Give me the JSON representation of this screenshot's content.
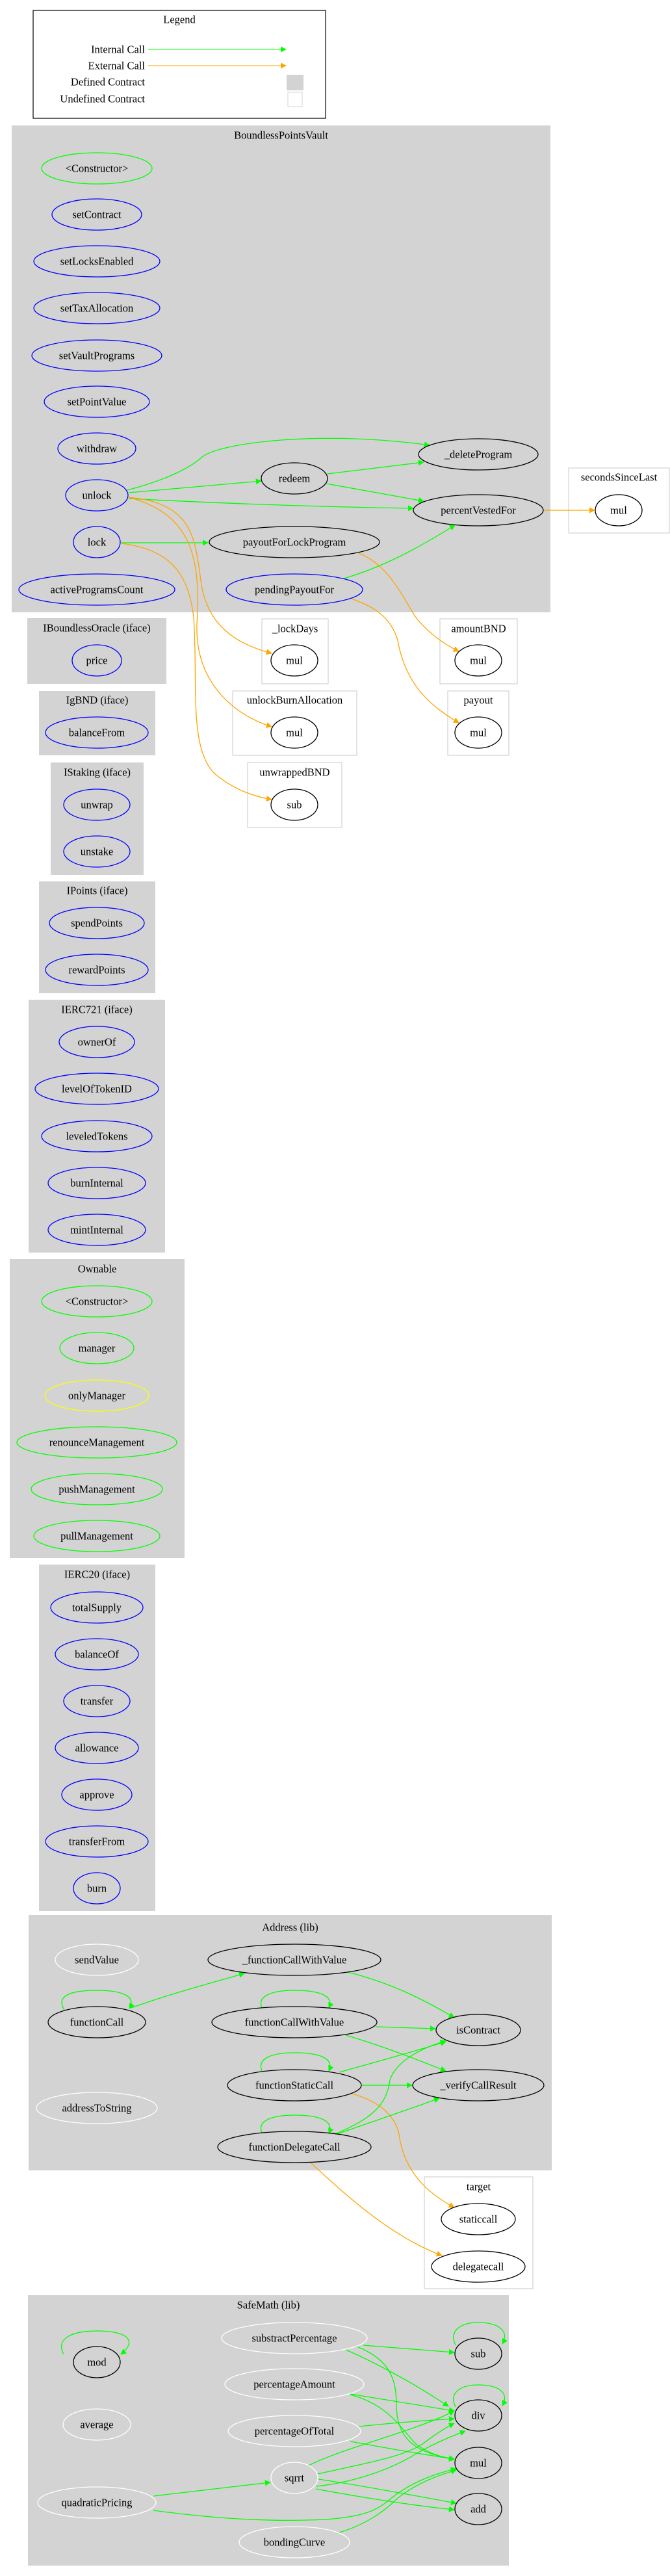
{
  "colors": {
    "internal": "#00ff00",
    "external": "#ffa500",
    "defined": "#d3d3d3",
    "undefined_border": "#d3d3d3",
    "public": "#0000ff",
    "modifier": "#ffff00",
    "internal_node": "#00ff00",
    "plain": "#000000",
    "library_fn": "#ffffff"
  },
  "legend": {
    "title": "Legend",
    "items": [
      {
        "label": "Internal Call"
      },
      {
        "label": "External Call"
      },
      {
        "label": "Defined Contract"
      },
      {
        "label": "Undefined Contract"
      }
    ]
  },
  "clusters": {
    "vault": {
      "title": "BoundlessPointsVault",
      "nodes": {
        "ctor": {
          "label": "<Constructor>",
          "color": "#00ff00"
        },
        "setContract": {
          "label": "setContract",
          "color": "#0000ff"
        },
        "setLocksEnabled": {
          "label": "setLocksEnabled",
          "color": "#0000ff"
        },
        "setTaxAllocation": {
          "label": "setTaxAllocation",
          "color": "#0000ff"
        },
        "setVaultPrograms": {
          "label": "setVaultPrograms",
          "color": "#0000ff"
        },
        "setPointValue": {
          "label": "setPointValue",
          "color": "#0000ff"
        },
        "withdraw": {
          "label": "withdraw",
          "color": "#0000ff"
        },
        "unlock": {
          "label": "unlock",
          "color": "#0000ff"
        },
        "lock": {
          "label": "lock",
          "color": "#0000ff"
        },
        "activeProgramsCount": {
          "label": "activeProgramsCount",
          "color": "#0000ff"
        },
        "redeem": {
          "label": "redeem",
          "color": "#000000"
        },
        "deleteProgram": {
          "label": "_deleteProgram",
          "color": "#000000"
        },
        "percentVestedFor": {
          "label": "percentVestedFor",
          "color": "#000000"
        },
        "payoutForLockProgram": {
          "label": "payoutForLockProgram",
          "color": "#000000"
        },
        "pendingPayoutFor": {
          "label": "pendingPayoutFor",
          "color": "#0000ff"
        }
      }
    },
    "secondsSinceLast": {
      "title": "secondsSinceLast",
      "nodes": {
        "mul": {
          "label": "mul",
          "color": "#000000"
        }
      }
    },
    "oracle": {
      "title": "IBoundlessOracle  (iface)",
      "nodes": {
        "price": {
          "label": "price",
          "color": "#0000ff"
        }
      }
    },
    "igbnd": {
      "title": "IgBND  (iface)",
      "nodes": {
        "balanceFrom": {
          "label": "balanceFrom",
          "color": "#0000ff"
        }
      }
    },
    "istaking": {
      "title": "IStaking  (iface)",
      "nodes": {
        "unwrap": {
          "label": "unwrap",
          "color": "#0000ff"
        },
        "unstake": {
          "label": "unstake",
          "color": "#0000ff"
        }
      }
    },
    "ipoints": {
      "title": "IPoints  (iface)",
      "nodes": {
        "spendPoints": {
          "label": "spendPoints",
          "color": "#0000ff"
        },
        "rewardPoints": {
          "label": "rewardPoints",
          "color": "#0000ff"
        }
      }
    },
    "ierc721": {
      "title": "IERC721  (iface)",
      "nodes": {
        "ownerOf": {
          "label": "ownerOf",
          "color": "#0000ff"
        },
        "levelOfTokenID": {
          "label": "levelOfTokenID",
          "color": "#0000ff"
        },
        "leveledTokens": {
          "label": "leveledTokens",
          "color": "#0000ff"
        },
        "burnInternal": {
          "label": "burnInternal",
          "color": "#0000ff"
        },
        "mintInternal": {
          "label": "mintInternal",
          "color": "#0000ff"
        }
      }
    },
    "ownable": {
      "title": "Ownable",
      "nodes": {
        "ctor": {
          "label": "<Constructor>",
          "color": "#00ff00"
        },
        "manager": {
          "label": "manager",
          "color": "#00ff00"
        },
        "onlyManager": {
          "label": "onlyManager",
          "color": "#ffff00"
        },
        "renounceManagement": {
          "label": "renounceManagement",
          "color": "#00ff00"
        },
        "pushManagement": {
          "label": "pushManagement",
          "color": "#00ff00"
        },
        "pullManagement": {
          "label": "pullManagement",
          "color": "#00ff00"
        }
      }
    },
    "ierc20": {
      "title": "IERC20  (iface)",
      "nodes": {
        "totalSupply": {
          "label": "totalSupply",
          "color": "#0000ff"
        },
        "balanceOf": {
          "label": "balanceOf",
          "color": "#0000ff"
        },
        "transfer": {
          "label": "transfer",
          "color": "#0000ff"
        },
        "allowance": {
          "label": "allowance",
          "color": "#0000ff"
        },
        "approve": {
          "label": "approve",
          "color": "#0000ff"
        },
        "transferFrom": {
          "label": "transferFrom",
          "color": "#0000ff"
        },
        "burn": {
          "label": "burn",
          "color": "#0000ff"
        }
      }
    },
    "lockDays": {
      "title": "_lockDays",
      "nodes": {
        "mul": {
          "label": "mul",
          "color": "#000000"
        }
      }
    },
    "unlockBurnAllocation": {
      "title": "unlockBurnAllocation",
      "nodes": {
        "mul": {
          "label": "mul",
          "color": "#000000"
        }
      }
    },
    "unwrappedBND": {
      "title": "unwrappedBND",
      "nodes": {
        "sub": {
          "label": "sub",
          "color": "#000000"
        }
      }
    },
    "amountBND": {
      "title": "amountBND",
      "nodes": {
        "mul": {
          "label": "mul",
          "color": "#000000"
        }
      }
    },
    "payout": {
      "title": "payout",
      "nodes": {
        "mul": {
          "label": "mul",
          "color": "#000000"
        }
      }
    },
    "address": {
      "title": "Address  (lib)",
      "nodes": {
        "sendValue": {
          "label": "sendValue",
          "color": "#ffffff"
        },
        "functionCallWithValueInternal": {
          "label": "_functionCallWithValue",
          "color": "#000000"
        },
        "functionCall": {
          "label": "functionCall",
          "color": "#000000"
        },
        "functionCallWithValue": {
          "label": "functionCallWithValue",
          "color": "#000000"
        },
        "isContract": {
          "label": "isContract",
          "color": "#000000"
        },
        "functionStaticCall": {
          "label": "functionStaticCall",
          "color": "#000000"
        },
        "verifyCallResult": {
          "label": "_verifyCallResult",
          "color": "#000000"
        },
        "addressToString": {
          "label": "addressToString",
          "color": "#ffffff"
        },
        "functionDelegateCall": {
          "label": "functionDelegateCall",
          "color": "#000000"
        }
      }
    },
    "target": {
      "title": "target",
      "nodes": {
        "staticcall": {
          "label": "staticcall",
          "color": "#000000"
        },
        "delegatecall": {
          "label": "delegatecall",
          "color": "#000000"
        }
      }
    },
    "safemath": {
      "title": "SafeMath  (lib)",
      "nodes": {
        "mod": {
          "label": "mod",
          "color": "#000000"
        },
        "average": {
          "label": "average",
          "color": "#ffffff"
        },
        "quadraticPricing": {
          "label": "quadraticPricing",
          "color": "#ffffff"
        },
        "substractPercentage": {
          "label": "substractPercentage",
          "color": "#ffffff"
        },
        "percentageAmount": {
          "label": "percentageAmount",
          "color": "#ffffff"
        },
        "percentageOfTotal": {
          "label": "percentageOfTotal",
          "color": "#ffffff"
        },
        "sqrrt": {
          "label": "sqrrt",
          "color": "#ffffff"
        },
        "bondingCurve": {
          "label": "bondingCurve",
          "color": "#ffffff"
        },
        "sub": {
          "label": "sub",
          "color": "#000000"
        },
        "div": {
          "label": "div",
          "color": "#000000"
        },
        "mul": {
          "label": "mul",
          "color": "#000000"
        },
        "add": {
          "label": "add",
          "color": "#000000"
        }
      }
    }
  }
}
